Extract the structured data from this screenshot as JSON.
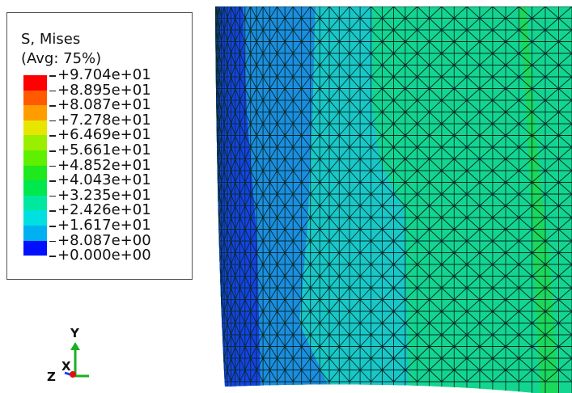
{
  "legend": {
    "title": "S, Mises",
    "averaging": "(Avg: 75%)",
    "entries": [
      {
        "value": "+9.704e+01",
        "color": "#ff0000"
      },
      {
        "value": "+8.895e+01",
        "color": "#ff5a00"
      },
      {
        "value": "+8.087e+01",
        "color": "#ff9c00"
      },
      {
        "value": "+7.278e+01",
        "color": "#e6e600"
      },
      {
        "value": "+6.469e+01",
        "color": "#9aee00"
      },
      {
        "value": "+5.661e+01",
        "color": "#5ef000"
      },
      {
        "value": "+4.852e+01",
        "color": "#1fe81f"
      },
      {
        "value": "+4.043e+01",
        "color": "#00e84e"
      },
      {
        "value": "+3.235e+01",
        "color": "#00e8a0"
      },
      {
        "value": "+2.426e+01",
        "color": "#00e0e0"
      },
      {
        "value": "+1.617e+01",
        "color": "#00b0f0"
      },
      {
        "value": "+8.087e+00",
        "color": "#0060ff"
      },
      {
        "value": "+0.000e+00",
        "color": "#0010ff"
      }
    ]
  },
  "triad": {
    "y_label": "Y",
    "z_label": "Z",
    "x_label": "X"
  },
  "contour_colors": {
    "deep_blue": "#1443e8",
    "mid_blue": "#1a8ee0",
    "cyan": "#18c8c8",
    "teal_green": "#12d690",
    "green": "#1ad85a"
  }
}
